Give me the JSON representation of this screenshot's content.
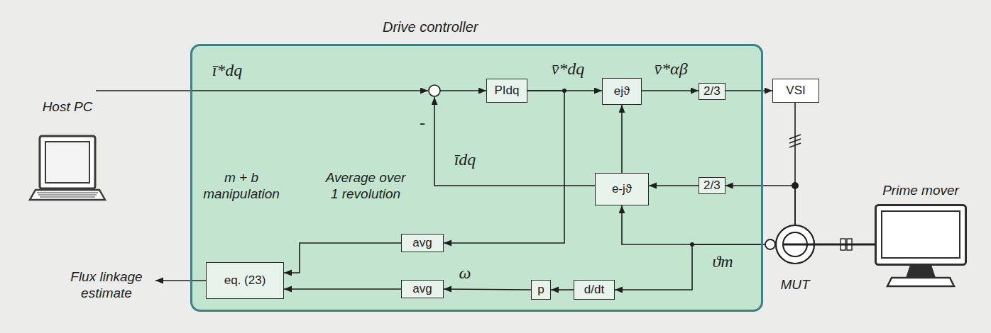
{
  "diagram": {
    "title": "Drive controller",
    "nodes": [
      {
        "text": [
          "Host PC"
        ]
      },
      {
        "text": [
          "Drive controller"
        ]
      },
      {
        "text": [
          "PIdq"
        ],
        "in": 1
      },
      {
        "text": [
          "ejϑ"
        ],
        "in": 1
      },
      {
        "text": [
          "2/3"
        ],
        "in": 1
      },
      {
        "text": [
          "VSI"
        ]
      },
      {
        "text": [
          "e-jϑ"
        ],
        "in": 1
      },
      {
        "text": [
          "2/3"
        ],
        "in": 1
      },
      {
        "text": [
          "Prime mover"
        ]
      },
      {
        "text": [
          "avg"
        ],
        "in": 1
      },
      {
        "text": [
          "eq. (23)"
        ],
        "in": 1
      },
      {
        "text": [
          "avg"
        ],
        "in": 1
      },
      {
        "text": [
          "p"
        ],
        "in": 1
      },
      {
        "text": [
          "d/dt"
        ],
        "in": 1
      },
      {
        "text": [
          "MUT"
        ]
      }
    ],
    "edges": [
      {
        "from": 2,
        "to": 3,
        "arrow": "to",
        "label": "v̄*dq"
      },
      {
        "from": 3,
        "to": 4,
        "arrow": "to",
        "label": "v̄*αβ"
      },
      {
        "from": 4,
        "to": 5,
        "arrow": "to"
      },
      {
        "from": 5,
        "to": 14,
        "arrow": "none"
      },
      {
        "from": 14,
        "to": 7,
        "arrow": "to"
      },
      {
        "from": 7,
        "to": 6,
        "arrow": "to"
      },
      {
        "from": 6,
        "to": 3,
        "arrow": "to"
      },
      {
        "from": 2,
        "to": 9,
        "arrow": "to"
      },
      {
        "from": 9,
        "to": 10,
        "arrow": "to"
      },
      {
        "from": 14,
        "to": 6,
        "arrow": "to"
      },
      {
        "from": 14,
        "to": 13,
        "arrow": "to"
      },
      {
        "from": 13,
        "to": 12,
        "arrow": "to"
      },
      {
        "from": 12,
        "to": 11,
        "arrow": "to",
        "label": "ω"
      },
      {
        "from": 11,
        "to": 10,
        "arrow": "to"
      },
      {
        "from": 14,
        "to": 8,
        "arrow": "none"
      }
    ],
    "labels": [
      "ī*dq",
      "-",
      "īdq",
      "m + b manipulation",
      "Average over 1 revolution",
      "ϑm",
      "Flux linkage estimate"
    ]
  }
}
